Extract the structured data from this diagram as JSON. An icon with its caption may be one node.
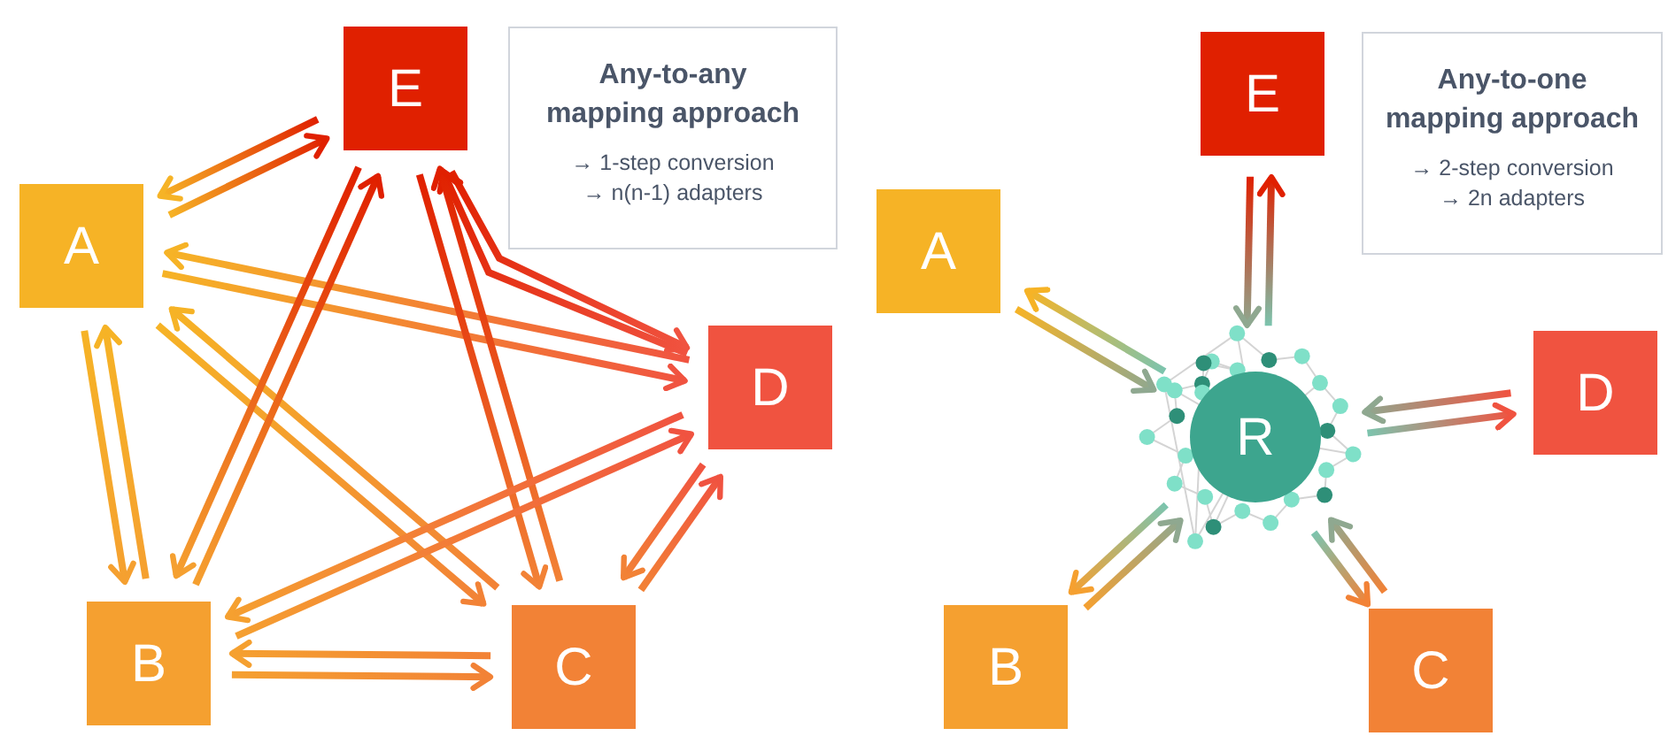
{
  "diagram": {
    "nodes": [
      {
        "text": [
          "E"
        ]
      },
      {
        "text": [
          "A"
        ]
      },
      {
        "text": [
          "D"
        ]
      },
      {
        "text": [
          "B"
        ]
      },
      {
        "text": [
          "C"
        ]
      },
      {
        "text": [
          "Any-to-any mapping approach",
          "→ 1-step conversion",
          "→ n(n-1) adapters"
        ]
      },
      {
        "text": [
          "E"
        ]
      },
      {
        "text": [
          "A"
        ]
      },
      {
        "text": [
          "D"
        ]
      },
      {
        "text": [
          "R"
        ]
      },
      {
        "text": [
          "B"
        ]
      },
      {
        "text": [
          "C"
        ]
      },
      {
        "text": [
          "Any-to-one mapping approach",
          "→ 2-step conversion",
          "→ 2n adapters"
        ]
      }
    ],
    "edges": [
      {
        "from": 1,
        "to": 0,
        "arrow": "to"
      },
      {
        "from": 0,
        "to": 1,
        "arrow": "to"
      },
      {
        "from": 0,
        "to": 2,
        "arrow": "to"
      },
      {
        "from": 2,
        "to": 0,
        "arrow": "to"
      },
      {
        "from": 1,
        "to": 2,
        "arrow": "to"
      },
      {
        "from": 2,
        "to": 1,
        "arrow": "to"
      },
      {
        "from": 1,
        "to": 3,
        "arrow": "to"
      },
      {
        "from": 3,
        "to": 1,
        "arrow": "to"
      },
      {
        "from": 1,
        "to": 4,
        "arrow": "to"
      },
      {
        "from": 4,
        "to": 1,
        "arrow": "to"
      },
      {
        "from": 0,
        "to": 3,
        "arrow": "to"
      },
      {
        "from": 3,
        "to": 0,
        "arrow": "to"
      },
      {
        "from": 0,
        "to": 4,
        "arrow": "to"
      },
      {
        "from": 4,
        "to": 0,
        "arrow": "to"
      },
      {
        "from": 2,
        "to": 3,
        "arrow": "to"
      },
      {
        "from": 3,
        "to": 2,
        "arrow": "to"
      },
      {
        "from": 2,
        "to": 4,
        "arrow": "to"
      },
      {
        "from": 4,
        "to": 2,
        "arrow": "to"
      },
      {
        "from": 3,
        "to": 4,
        "arrow": "to"
      },
      {
        "from": 4,
        "to": 3,
        "arrow": "to"
      },
      {
        "from": 6,
        "to": 9,
        "arrow": "to"
      },
      {
        "from": 9,
        "to": 6,
        "arrow": "to"
      },
      {
        "from": 7,
        "to": 9,
        "arrow": "to"
      },
      {
        "from": 9,
        "to": 7,
        "arrow": "to"
      },
      {
        "from": 8,
        "to": 9,
        "arrow": "to"
      },
      {
        "from": 9,
        "to": 8,
        "arrow": "to"
      },
      {
        "from": 10,
        "to": 9,
        "arrow": "to"
      },
      {
        "from": 9,
        "to": 10,
        "arrow": "to"
      },
      {
        "from": 11,
        "to": 9,
        "arrow": "to"
      },
      {
        "from": 9,
        "to": 11,
        "arrow": "to"
      }
    ]
  }
}
